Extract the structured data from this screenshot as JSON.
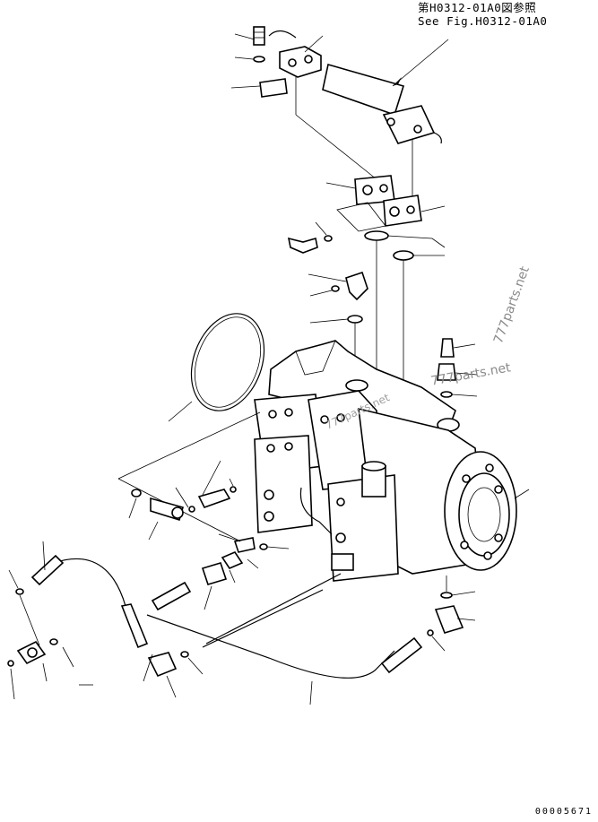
{
  "reference": {
    "line1": "第H0312-01A0図参照",
    "line2": "See Fig.H0312-01A0"
  },
  "watermarks": [
    "777parts.net",
    "777parts.net",
    "777parts.net"
  ],
  "document_number": "00005671",
  "colors": {
    "line": "#000000",
    "background": "#ffffff",
    "watermark": "#8a8a8a"
  }
}
